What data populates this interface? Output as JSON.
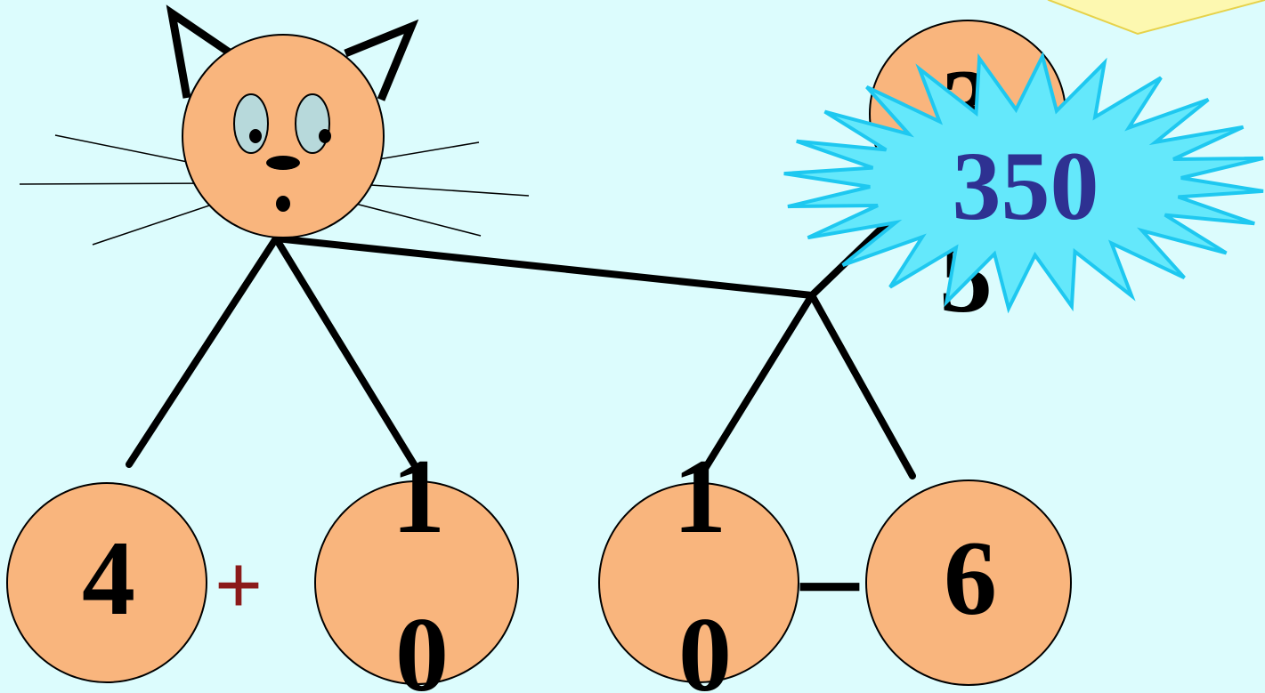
{
  "colors": {
    "background": "#dcfcfd",
    "ball_fill": "#f9b57d",
    "ball_stroke": "#000000",
    "star_fill": "#64e8fb",
    "star_stroke": "#1ec8f0",
    "star_text": "#2e3192",
    "plus_sign": "#8b1a1a",
    "note_fill": "#fdf8b0",
    "note_stroke": "#e6d24a"
  },
  "cat": {
    "icon": "cat-face-icon"
  },
  "leaves": [
    {
      "digits": [
        "4"
      ]
    },
    {
      "digits": [
        "1",
        "0"
      ]
    },
    {
      "digits": [
        "1",
        "0"
      ]
    },
    {
      "digits": [
        "6"
      ]
    }
  ],
  "operators": {
    "plus": "+",
    "minus": "–"
  },
  "hidden_ball": {
    "digits": [
      "3",
      "5"
    ]
  },
  "burst": {
    "label": "350",
    "icon": "starburst-icon"
  }
}
